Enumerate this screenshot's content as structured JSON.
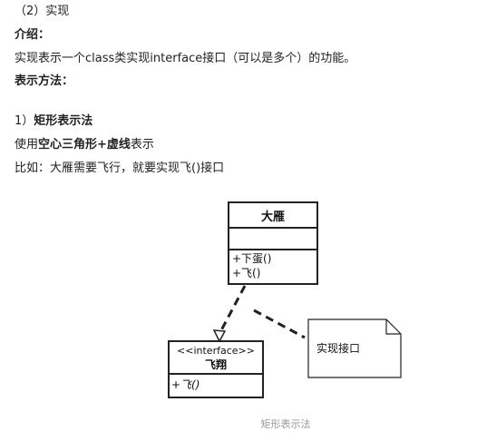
{
  "section_title": "（2）实现",
  "intro_label": "介绍：",
  "intro_text": "实现表示一个class类实现interface接口（可以是多个）的功能。",
  "method_label": "表示方法：",
  "method_item": {
    "number": "1）",
    "title": "矩形表示法"
  },
  "usage": {
    "prefix": "使用",
    "bold_part": "空心三角形+虚线",
    "suffix": "表示"
  },
  "example": "比如：大雁需要飞行，就要实现飞()接口",
  "diagram": {
    "class_box": {
      "name": "大雁",
      "methods": [
        "+下蛋()",
        "+飞()"
      ]
    },
    "interface_box": {
      "stereotype": "<<interface>>",
      "name": "飞翔",
      "methods": [
        "+飞()"
      ]
    },
    "note": "实现接口"
  },
  "caption": "矩形表示法"
}
